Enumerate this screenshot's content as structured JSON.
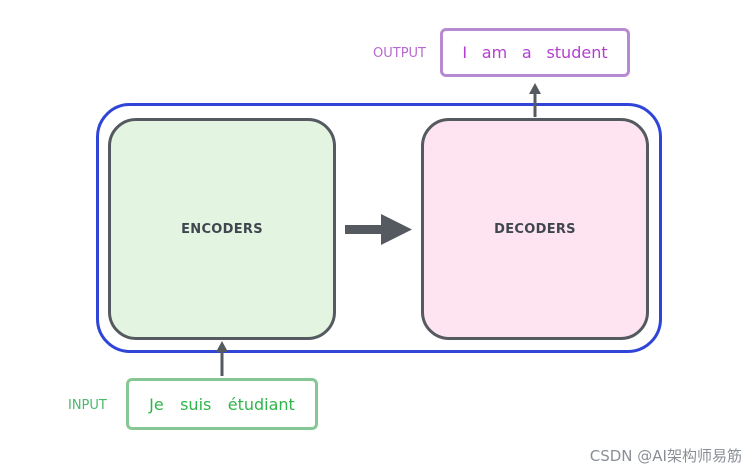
{
  "diagram": {
    "encoder_label": "ENCODERS",
    "decoder_label": "DECODERS",
    "input_label": "INPUT",
    "output_label": "OUTPUT",
    "input_tokens": [
      "Je",
      "suis",
      "étudiant"
    ],
    "output_tokens": [
      "I",
      "am",
      "a",
      "student"
    ]
  },
  "watermark": "CSDN @AI架构师易筋"
}
